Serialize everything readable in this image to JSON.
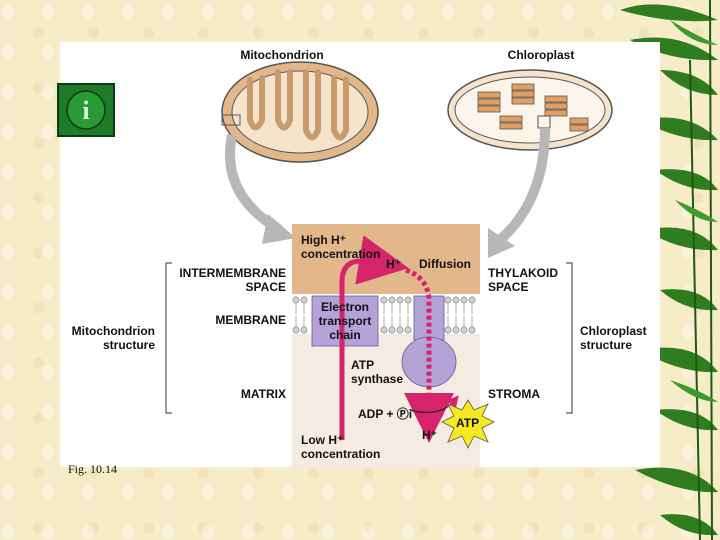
{
  "slide": {
    "figure_caption": "Fig. 10.14",
    "info_button_glyph": "i",
    "colors": {
      "background": "#f6ecc8",
      "panel": "#ffffff",
      "intermembrane": "#e2b78a",
      "matrix": "#f4ebe2",
      "electron_transport": "#b3a3d6",
      "atp_synthase": "#b3a3d6",
      "proton_arrow": "#d6246b",
      "atp_burst": "#f7e91f",
      "info_button": "#1f7a2a",
      "arrows": "#b7b7b7"
    },
    "icons": [
      "info-icon",
      "mitochondrion-icon",
      "chloroplast-icon",
      "leaf-decoration"
    ]
  },
  "diagram": {
    "mitochondrion_title": "Mitochondrion",
    "chloroplast_title": "Chloroplast",
    "high_h_line1": "High H⁺",
    "high_h_line2": "concentration",
    "h_plus_top": "H⁺",
    "diffusion": "Diffusion",
    "etc_line1": "Electron",
    "etc_line2": "transport",
    "etc_line3": "chain",
    "atp_synthase_line1": "ATP",
    "atp_synthase_line2": "synthase",
    "adp_pi": "ADP + Ⓟi",
    "h_plus_bottom": "H⁺",
    "atp": "ATP",
    "low_h_line1": "Low H⁺",
    "low_h_line2": "concentration",
    "left_labels": {
      "intermembrane_line1": "INTERMEMBRANE",
      "intermembrane_line2": "SPACE",
      "membrane": "MEMBRANE",
      "matrix": "MATRIX",
      "structure_line1": "Mitochondrion",
      "structure_line2": "structure"
    },
    "right_labels": {
      "thylakoid_line1": "THYLAKOID",
      "thylakoid_line2": "SPACE",
      "stroma": "STROMA",
      "structure_line1": "Chloroplast",
      "structure_line2": "structure"
    }
  }
}
